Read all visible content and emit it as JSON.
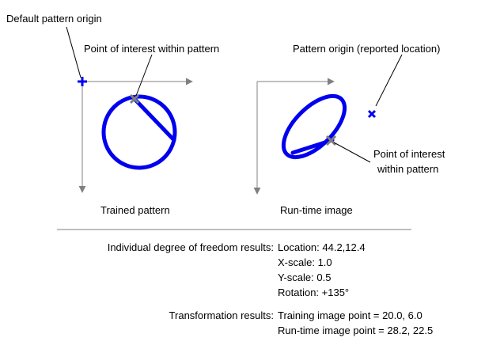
{
  "colors": {
    "shape": "#0000ee",
    "axis": "#808080",
    "poi_marker": "#808080",
    "text": "#000000"
  },
  "labels": {
    "default_origin": "Default pattern origin",
    "poi_trained": "Point of interest within pattern",
    "pattern_origin_reported": "Pattern origin (reported location)",
    "poi_runtime_line1": "Point of interest",
    "poi_runtime_line2": "within pattern",
    "trained_caption": "Trained pattern",
    "runtime_caption": "Run-time image"
  },
  "results": {
    "dof_heading": "Individual degree of freedom results:",
    "dof_lines": [
      "Location: 44.2,12.4",
      "X-scale: 1.0",
      "Y-scale: 0.5",
      "Rotation: +135°"
    ],
    "transform_heading": "Transformation results:",
    "transform_lines": [
      "Training image point = 20.0, 6.0",
      "Run-time image point = 28.2, 22.5"
    ]
  },
  "icons": {
    "origin_marker": "plus-icon",
    "reported_origin_marker": "x-cross-icon",
    "poi_marker": "x-cross-icon"
  }
}
